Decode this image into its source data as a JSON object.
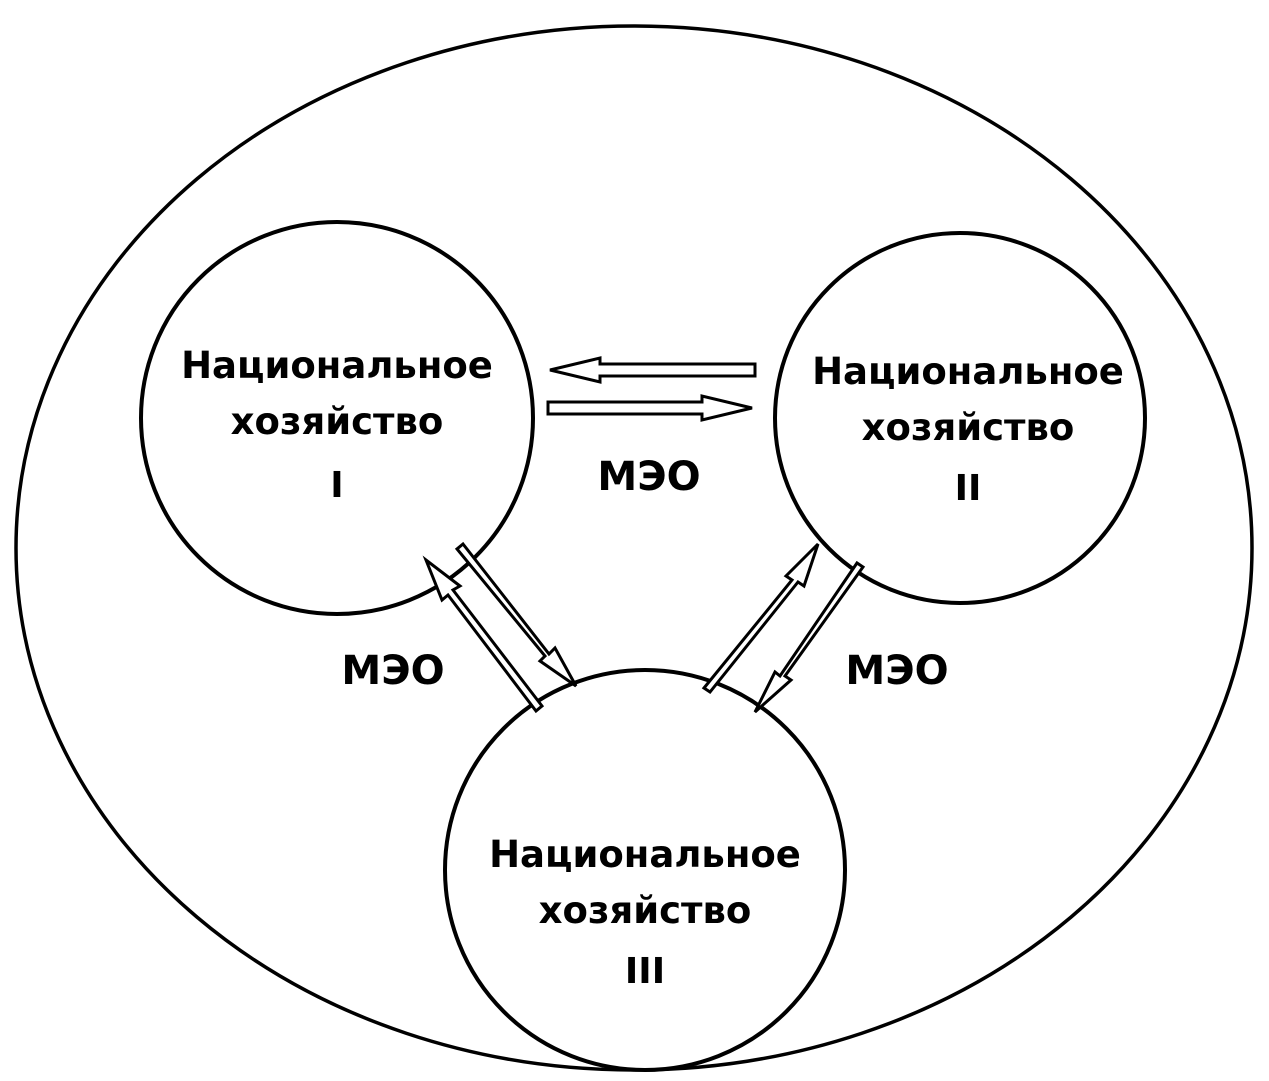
{
  "colors": {
    "stroke": "#000000",
    "background": "#ffffff"
  },
  "nodes": [
    {
      "line1": "Национальное",
      "line2": "хозяйство",
      "numeral": "I"
    },
    {
      "line1": "Национальное",
      "line2": "хозяйство",
      "numeral": "II"
    },
    {
      "line1": "Национальное",
      "line2": "хозяйство",
      "numeral": "III"
    }
  ],
  "links": [
    {
      "label": "МЭО",
      "between": [
        "I",
        "II"
      ]
    },
    {
      "label": "МЭО",
      "between": [
        "I",
        "III"
      ]
    },
    {
      "label": "МЭО",
      "between": [
        "II",
        "III"
      ]
    }
  ]
}
